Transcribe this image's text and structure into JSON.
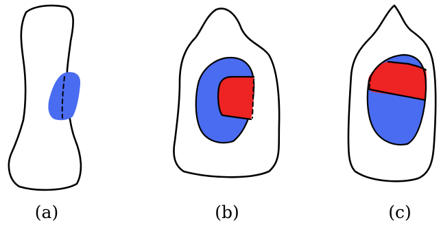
{
  "colors": {
    "background": "#ffffff",
    "outline": "#000000",
    "blue_region": "#4a6cf0",
    "red_region": "#ee2323"
  },
  "panels": [
    {
      "caption": "(a)",
      "shape": "elongated-outline",
      "regions": [
        "blue"
      ],
      "blue_outlined": false
    },
    {
      "caption": "(b)",
      "shape": "rounded-outline",
      "regions": [
        "blue",
        "red"
      ],
      "blue_outlined": true
    },
    {
      "caption": "(c)",
      "shape": "rounded-outline",
      "regions": [
        "blue",
        "red"
      ],
      "blue_outlined": true
    }
  ]
}
